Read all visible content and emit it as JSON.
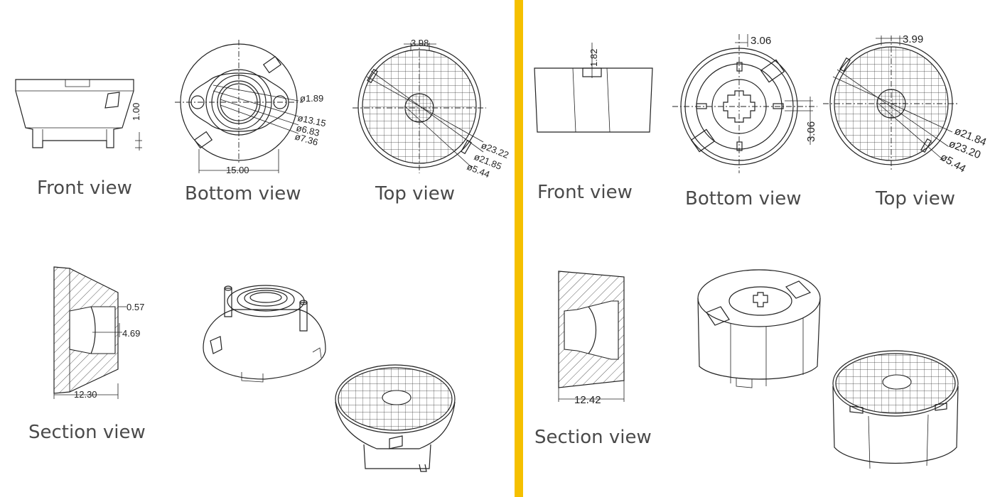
{
  "divider_color": "#f5c000",
  "left": {
    "labels": {
      "front": "Front view",
      "bottom": "Bottom view",
      "top": "Top view",
      "section": "Section view"
    },
    "dims": {
      "front_h": "1.00",
      "bottom_hole": "ø1.89",
      "bottom_d1": "ø13.15",
      "bottom_d2": "ø6.83",
      "bottom_d3": "ø7.36",
      "bottom_w": "15.00",
      "top_w": "3.98",
      "top_d1": "ø23.22",
      "top_d2": "ø21.85",
      "top_d3": "ø5.44",
      "sec_a": "0.57",
      "sec_b": "4.69",
      "sec_w": "12.30"
    }
  },
  "right": {
    "labels": {
      "front": "Front view",
      "bottom": "Bottom view",
      "top": "Top view",
      "section": "Section view"
    },
    "dims": {
      "front_h": "1.82",
      "bottom_w": "3.06",
      "bottom_h": "3.06",
      "top_w": "3.99",
      "top_d1": "ø21.84",
      "top_d2": "ø23.20",
      "top_d3": "ø5.44",
      "sec_w": "12.42"
    }
  }
}
